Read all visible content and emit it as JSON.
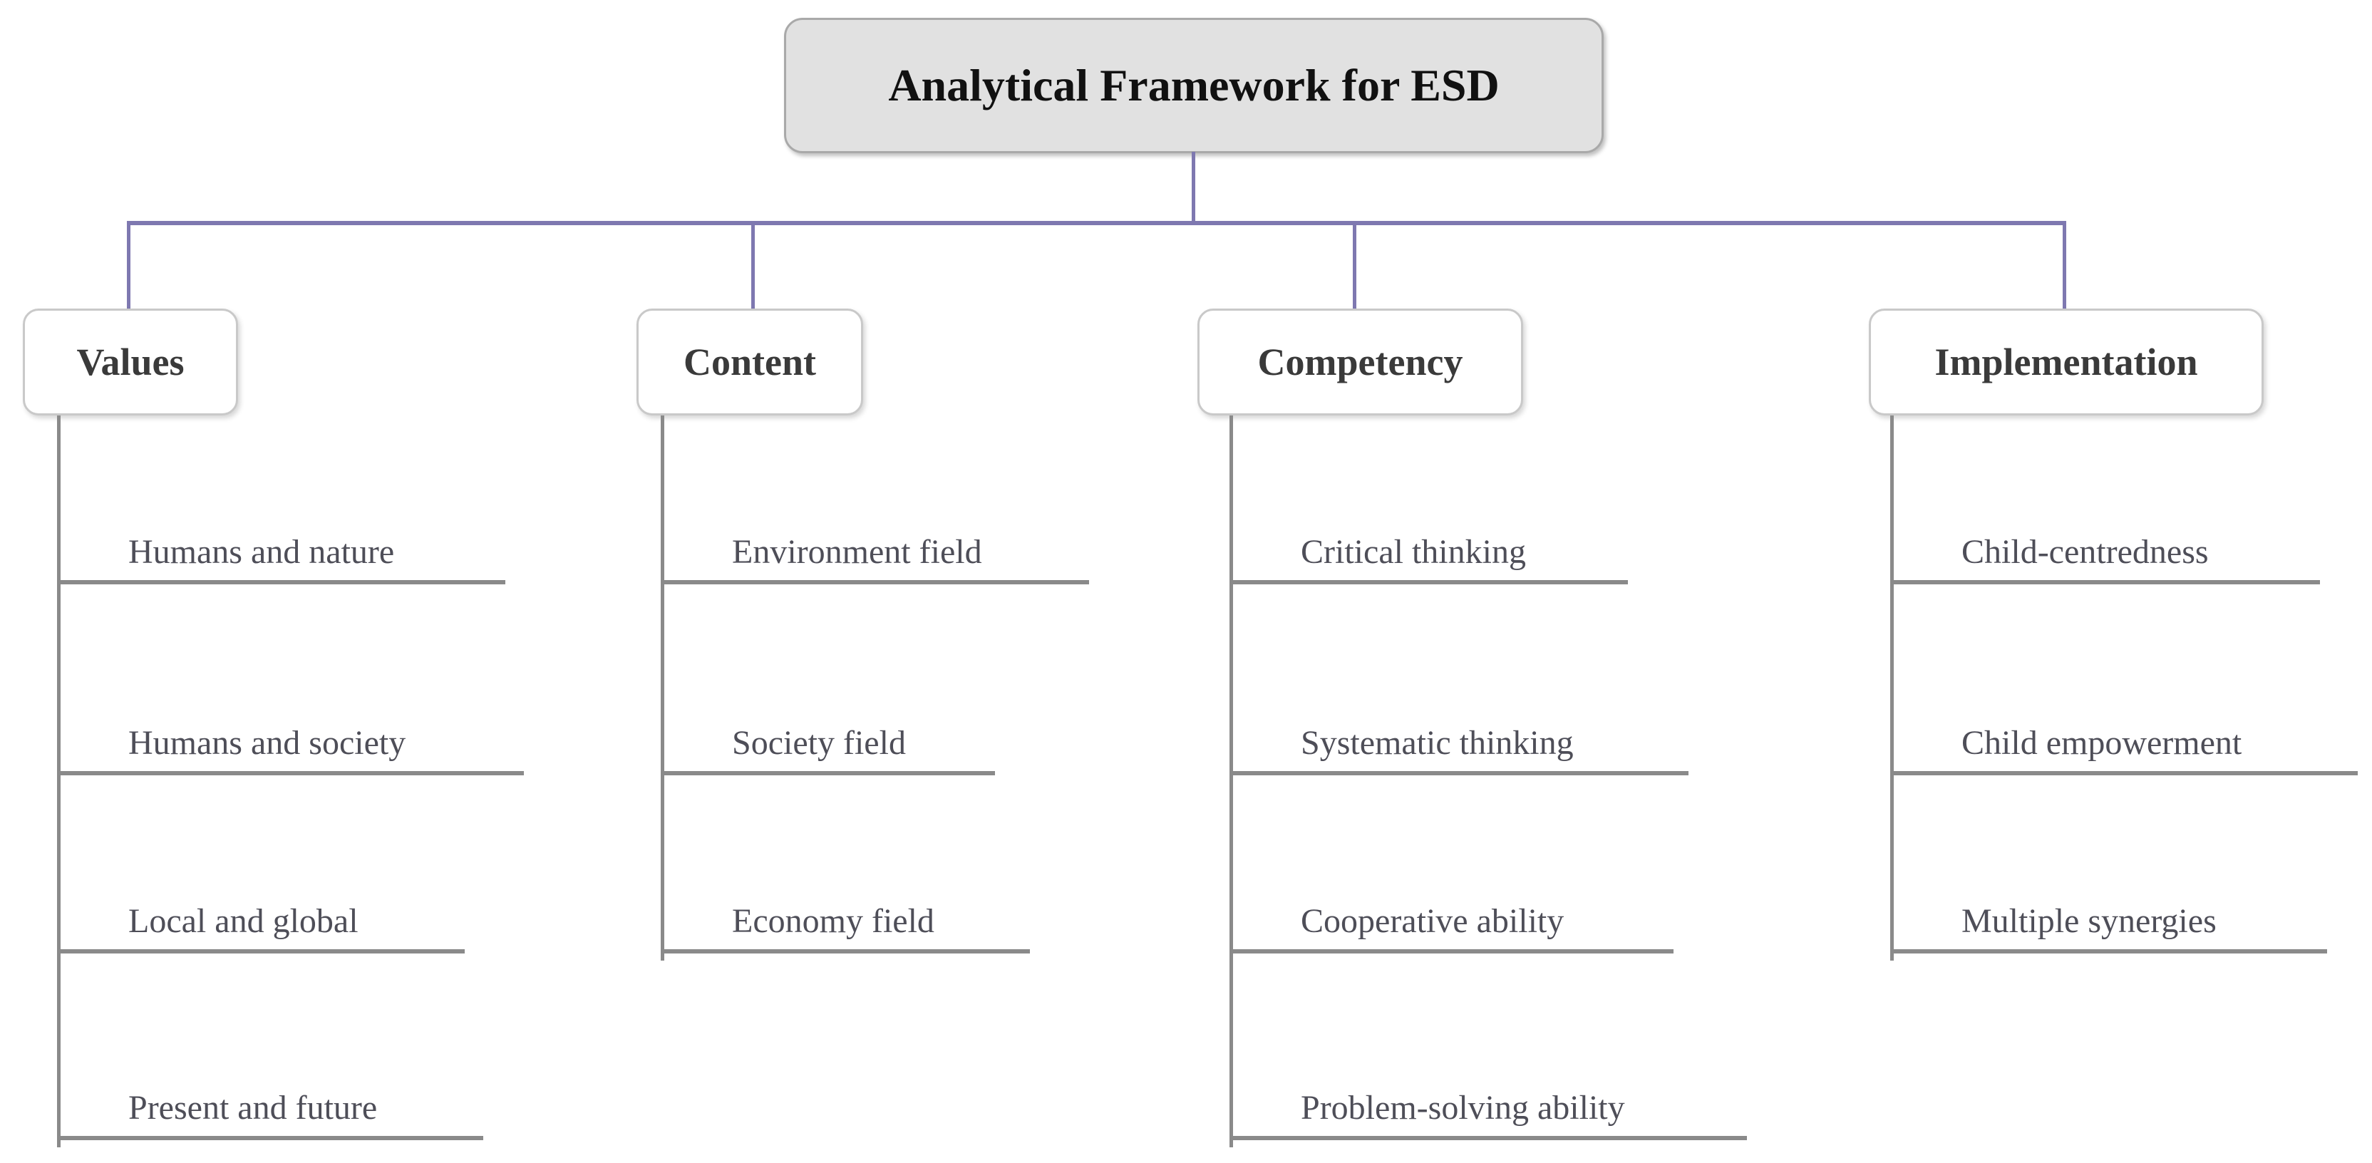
{
  "title": "Analytical Framework for ESD",
  "branches": [
    {
      "label": "Values",
      "items": [
        "Humans and nature",
        "Humans and society",
        "Local and global",
        "Present and future"
      ]
    },
    {
      "label": "Content",
      "items": [
        "Environment field",
        "Society field",
        "Economy field"
      ]
    },
    {
      "label": "Competency",
      "items": [
        "Critical thinking",
        "Systematic thinking",
        "Cooperative ability",
        "Problem-solving ability"
      ]
    },
    {
      "label": "Implementation",
      "items": [
        "Child-centredness",
        "Child empowerment",
        "Multiple synergies"
      ]
    }
  ],
  "colors": {
    "connector": "#7e78b0",
    "line": "#8a8a8a",
    "title_fill": "#e1e1e1",
    "title_border": "#a9a9a9",
    "box_border": "#c9c9c9",
    "title_text": "#111111",
    "header_text": "#3a3a3a",
    "item_text": "#4e4e58"
  }
}
